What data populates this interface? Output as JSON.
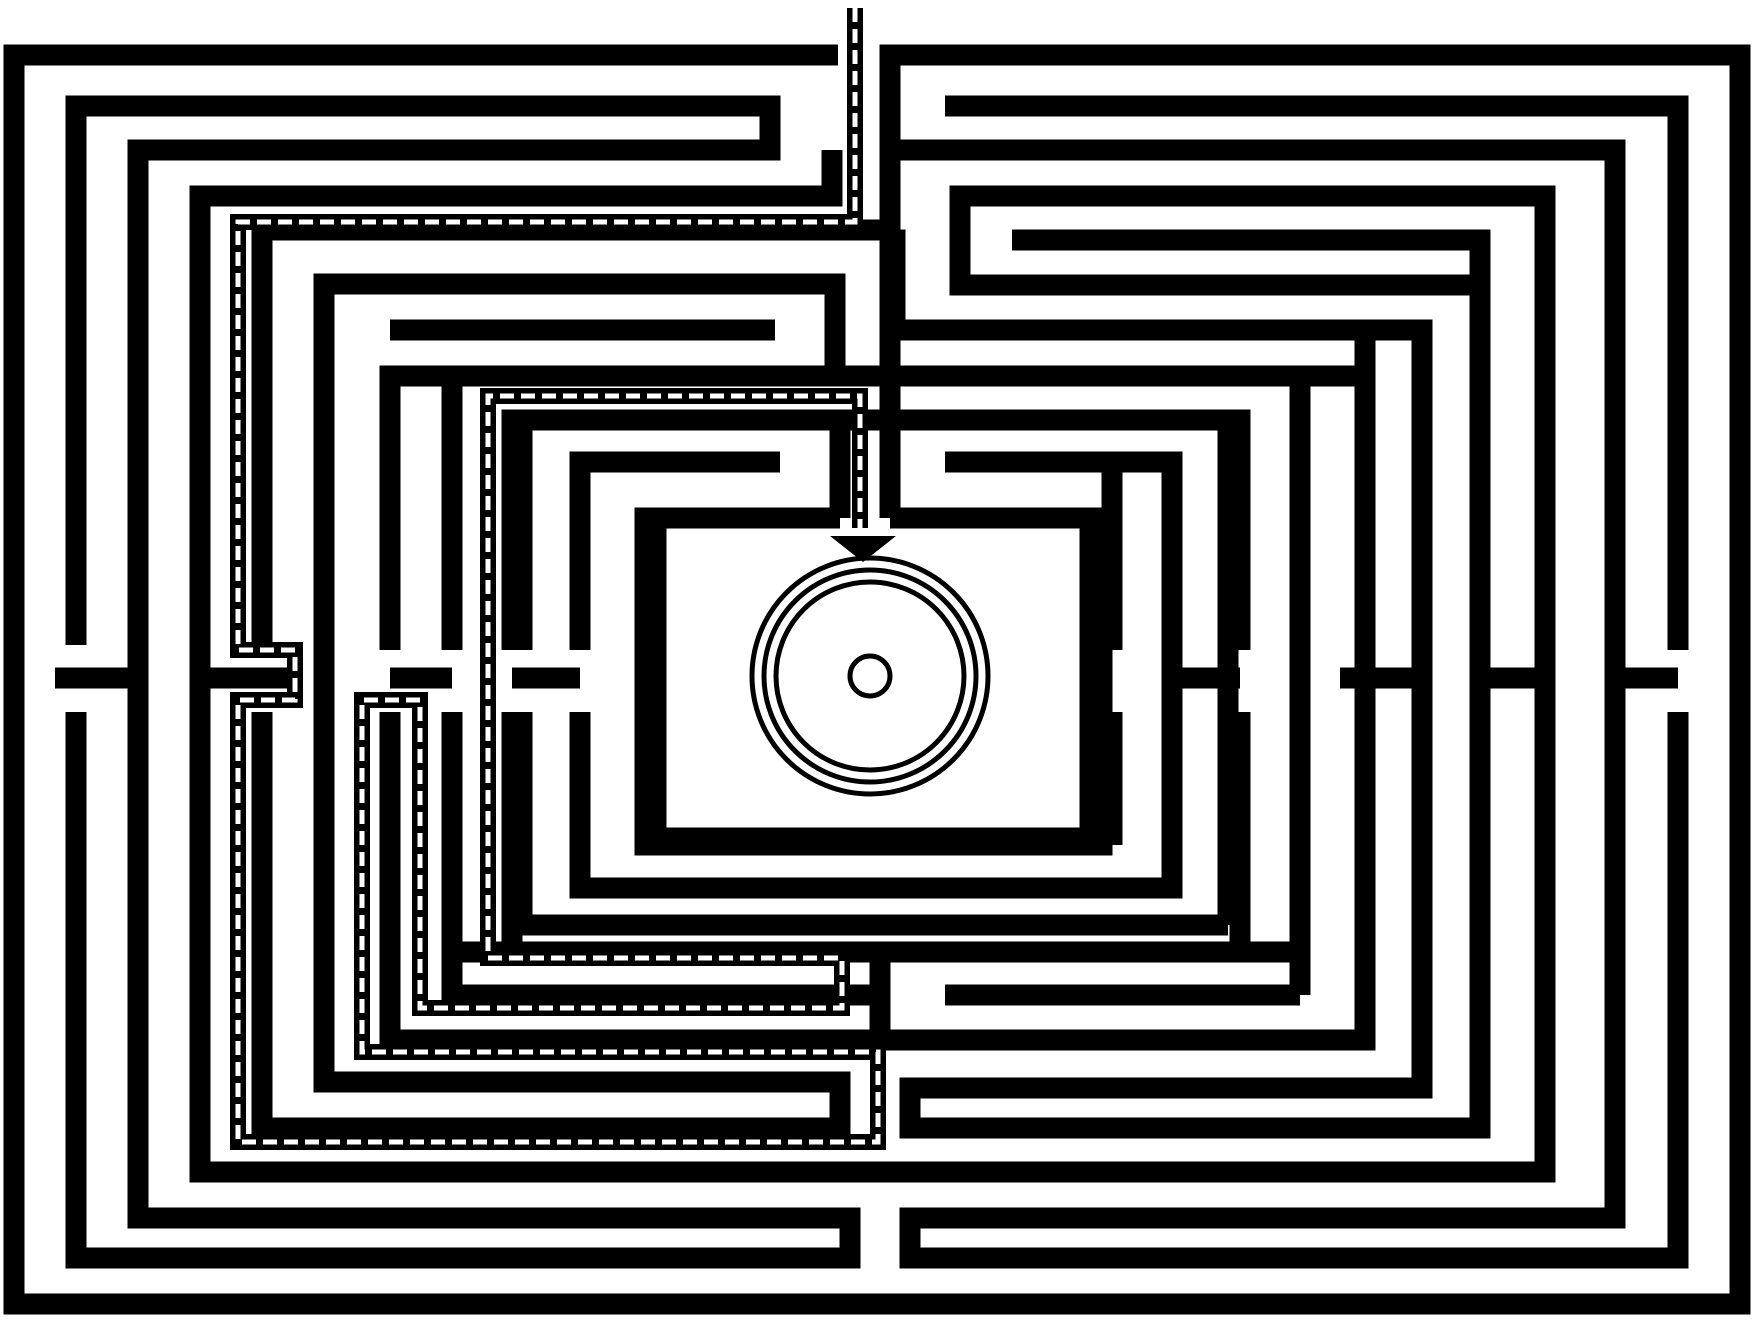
{
  "diagram": {
    "kind": "labyrinth-with-solution-path",
    "colors": {
      "background": "#ffffff",
      "ink": "#000000",
      "path": "#ffffff"
    },
    "goal": {
      "shape": "concentric-rings",
      "ring_count": 3
    },
    "solution_path": {
      "style": "dashed",
      "end_marker": "arrow-down"
    }
  }
}
